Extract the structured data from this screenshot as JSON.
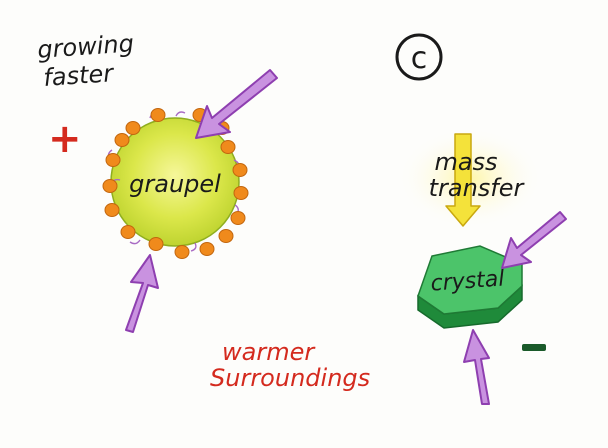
{
  "labels": {
    "growing": "growing",
    "faster": "faster",
    "plus": "+",
    "panel": "c",
    "graupel": "graupel",
    "mass": "mass",
    "transfer": "transfer",
    "crystal": "crystal",
    "warmer": "warmer",
    "surroundings": "Surroundings",
    "minus": "-"
  },
  "colors": {
    "ink": "#1a1a1a",
    "red_text": "#d42a1e",
    "graupel_fill": "#cfe03a",
    "graupel_center": "#f3f58a",
    "droplet": "#f08a1c",
    "arrow": "#b45ad2",
    "yellow_arrow": "#f0dc2a",
    "crystal_top": "#4cc46a",
    "crystal_side": "#1f8a3a"
  }
}
